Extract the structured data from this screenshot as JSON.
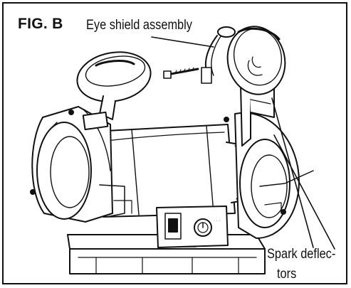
{
  "figure": {
    "fig_label": "FIG. B",
    "callouts": {
      "eye_shield": "Eye shield assembly",
      "spark_line1": "Spark deflec-",
      "spark_line2": "tors"
    }
  },
  "colors": {
    "stroke": "#111111",
    "background": "#ffffff",
    "shade": "#e6e6e6"
  }
}
